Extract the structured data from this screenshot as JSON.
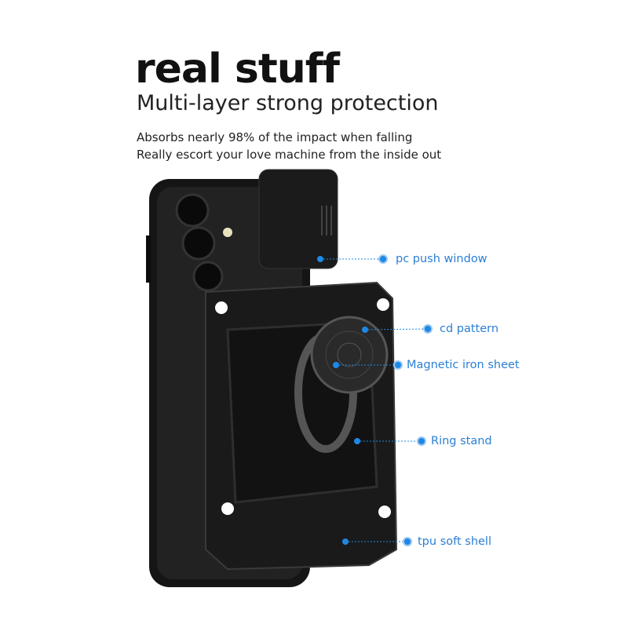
{
  "header": {
    "title": "real stuff",
    "subtitle": "Multi-layer strong protection",
    "lines": [
      "Absorbs nearly 98% of the impact when falling",
      "Really escort your love machine from the inside out"
    ]
  },
  "callouts": [
    {
      "label": "pc push window"
    },
    {
      "label": "cd pattern"
    },
    {
      "label": "Magnetic iron sheet"
    },
    {
      "label": "Ring stand"
    },
    {
      "label": "tpu soft shell"
    }
  ],
  "colors": {
    "accent": "#2b7fd4",
    "dot": "#1e88e5",
    "case": "#141414"
  }
}
